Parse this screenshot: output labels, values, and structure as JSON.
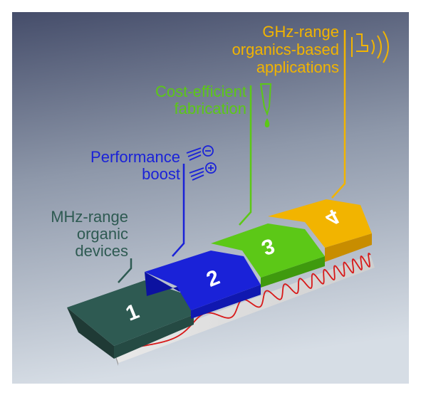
{
  "labels": {
    "stage1": [
      "MHz-range",
      "organic",
      "devices"
    ],
    "stage2": [
      "Performance",
      "boost"
    ],
    "stage3": [
      "Cost-efficient",
      "fabrication"
    ],
    "stage4": [
      "GHz-range",
      "organics-based",
      "applications"
    ]
  },
  "steps": [
    "1",
    "2",
    "3",
    "4"
  ],
  "colors": {
    "stage1": "#2e5a52",
    "stage2": "#1a22d8",
    "stage3": "#5cc817",
    "stage4": "#f2b400",
    "wave": "#d81818",
    "bg_top": "#4c5470",
    "bg_bottom": "#d4dbe3"
  },
  "icons": {
    "stage2": "electron-hole-icon",
    "stage3": "ink-drop-nozzle-icon",
    "stage4": "wireless-signal-icon"
  }
}
